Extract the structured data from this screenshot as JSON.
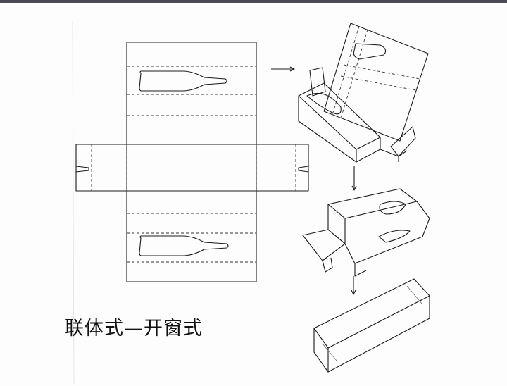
{
  "caption": "联体式—开窗式",
  "colors": {
    "topbar": "#4a4a52",
    "line": "#1a1a1a",
    "background": "#fdfdfd"
  },
  "figures": [
    {
      "id": "flat-net",
      "windows": 2,
      "kind": "unfolded-net"
    },
    {
      "id": "step-1",
      "kind": "folding-stage"
    },
    {
      "id": "step-2",
      "kind": "folding-stage"
    },
    {
      "id": "step-3",
      "kind": "closed-box"
    }
  ],
  "arrows": [
    "right",
    "down",
    "down"
  ]
}
